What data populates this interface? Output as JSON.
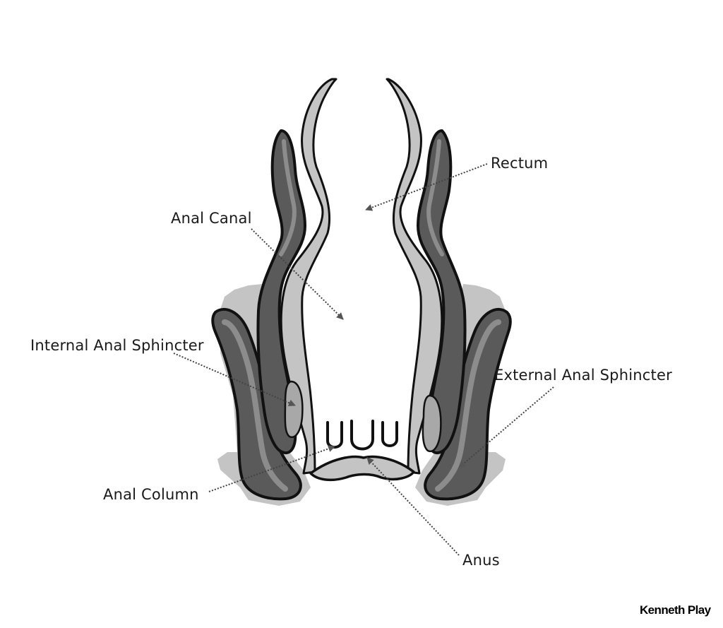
{
  "labels": {
    "rectum": "Rectum",
    "anal_canal": "Anal Canal",
    "internal_anal_sphincter": "Internal Anal Sphincter",
    "external_anal_sphincter": "External Anal Sphincter",
    "anal_column": "Anal Column",
    "anus": "Anus"
  },
  "brand": "Kenneth Play",
  "colors": {
    "outline": "#111111",
    "tissue_light": "#c4c4c4",
    "muscle_dark": "#5a5a5a",
    "muscle_mid": "#8c8c8c",
    "muscle_highlight": "#a8a8a8",
    "leader": "#444444"
  }
}
